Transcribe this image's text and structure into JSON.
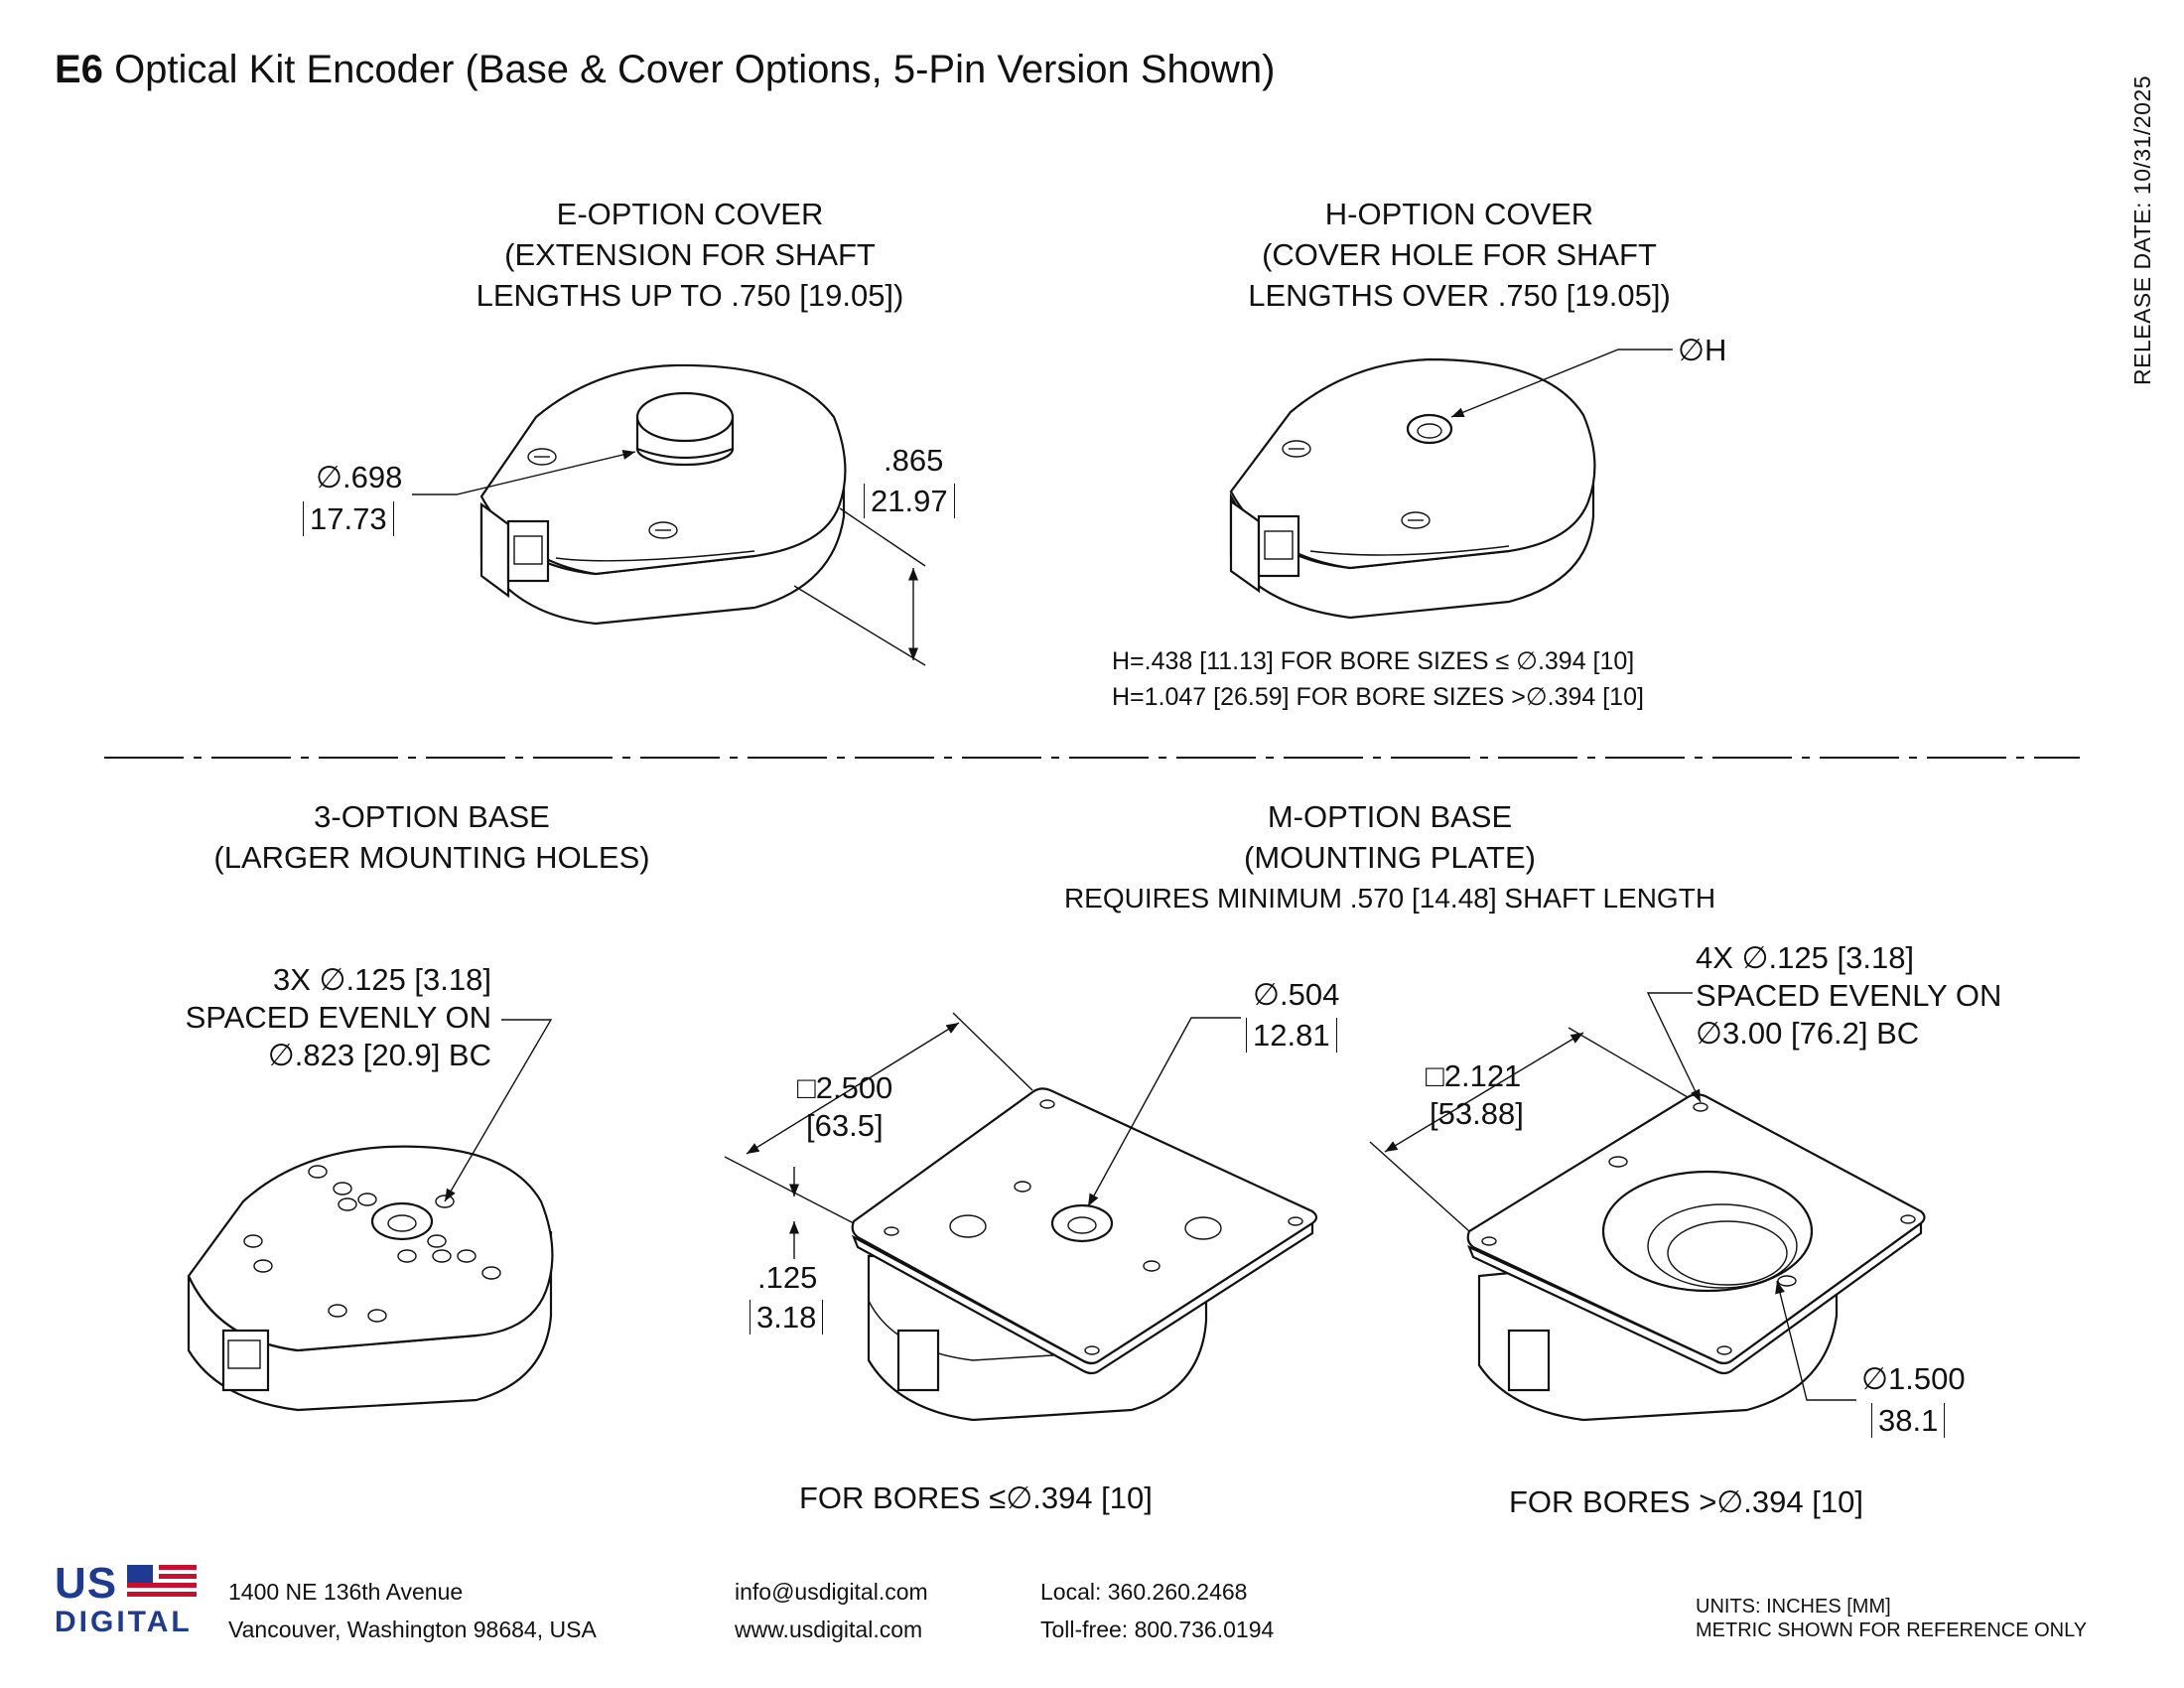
{
  "title": {
    "bold": "E6",
    "rest": "Optical Kit Encoder (Base & Cover Options, 5-Pin Version Shown)"
  },
  "release_date": "RELEASE DATE: 10/31/2025",
  "views": {
    "e_option": {
      "caption": [
        "E-OPTION COVER",
        "(EXTENSION FOR SHAFT",
        "LENGTHS UP TO .750 [19.05])"
      ],
      "dia_in": "∅.698",
      "dia_mm": "17.73",
      "height_in": ".865",
      "height_mm": "21.97"
    },
    "h_option": {
      "caption": [
        "H-OPTION COVER",
        "(COVER HOLE FOR SHAFT",
        "LENGTHS OVER .750 [19.05])"
      ],
      "dia_label": "∅H",
      "notes": [
        "H=.438 [11.13] FOR BORE SIZES ≤ ∅.394 [10]",
        "H=1.047 [26.59] FOR BORE SIZES >∅.394 [10]"
      ]
    },
    "three_option": {
      "caption": [
        "3-OPTION BASE",
        "(LARGER MOUNTING HOLES)"
      ],
      "hole_note": [
        "3X ∅.125 [3.18]",
        "SPACED EVENLY ON",
        "∅.823 [20.9] BC"
      ]
    },
    "m_option": {
      "caption": [
        "M-OPTION BASE",
        "(MOUNTING PLATE)",
        "REQUIRES MINIMUM .570 [14.48] SHAFT LENGTH"
      ],
      "small": {
        "square_in": "□2.500",
        "square_mm": "[63.5]",
        "thick_in": ".125",
        "thick_mm": "3.18",
        "bore_in": "∅.504",
        "bore_mm": "12.81",
        "caption": "FOR BORES ≤∅.394 [10]"
      },
      "large": {
        "square_in": "□2.121",
        "square_mm": "[53.88]",
        "hole_note": [
          "4X  ∅.125 [3.18]",
          "SPACED EVENLY ON",
          "∅3.00 [76.2] BC"
        ],
        "bore_in": "∅1.500",
        "bore_mm": "38.1",
        "caption": "FOR BORES >∅.394 [10]"
      }
    }
  },
  "footer": {
    "logo_top": "US",
    "logo_bottom": "DIGITAL",
    "address": [
      "1400 NE 136th Avenue",
      "Vancouver, Washington 98684, USA"
    ],
    "web": [
      "info@usdigital.com",
      "www.usdigital.com"
    ],
    "phone": [
      "Local: 360.260.2468",
      "Toll-free: 800.736.0194"
    ],
    "units": [
      "UNITS: INCHES [MM]",
      "METRIC SHOWN FOR REFERENCE ONLY"
    ]
  },
  "colors": {
    "ink": "#111111",
    "logo_blue": "#1f3a93",
    "logo_red": "#c8102e"
  }
}
